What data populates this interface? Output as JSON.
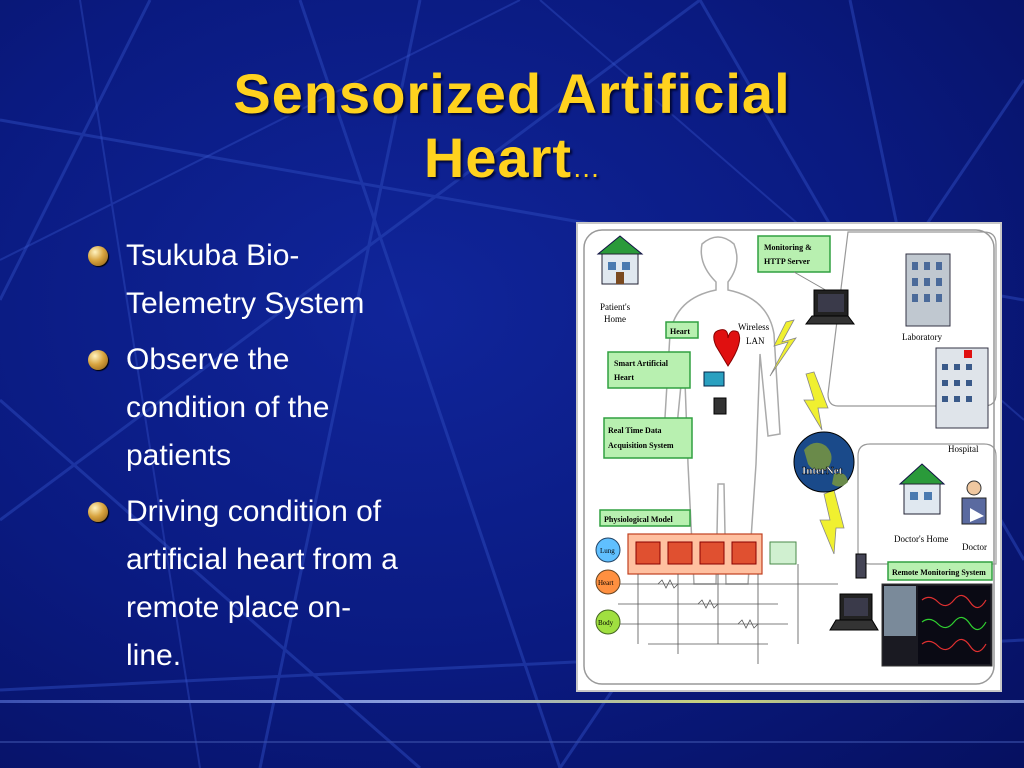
{
  "slide": {
    "title": "Sensorized Artificial",
    "title_line2": "Heart",
    "title_ellipsis": "…",
    "bullets": [
      {
        "text": "Tsukuba Bio-\nTelemetry System"
      },
      {
        "text": "Observe the\ncondition of the\npatients"
      },
      {
        "text": "Driving condition of\nartificial heart from a\nremote place on-\nline."
      }
    ]
  },
  "figure": {
    "labels": {
      "monitoring_server": "Monitoring &",
      "monitoring_server2": "HTTP Server",
      "patients_home": "Patient's",
      "patients_home2": "Home",
      "heart": "Heart",
      "wireless": "Wireless",
      "lan": "LAN",
      "smart_heart": "Smart Artificial",
      "smart_heart2": "Heart",
      "realtime": "Real Time Data",
      "realtime2": "Acquisition System",
      "physiological": "Physiological Model",
      "laboratory": "Laboratory",
      "hospital": "Hospital",
      "internet": "InterNet",
      "doctors_home": "Doctor's Home",
      "doctor": "Doctor",
      "remote_monitoring": "Remote Monitoring System",
      "lung": "Lung",
      "heart_small": "Heart",
      "body": "Body"
    },
    "colors": {
      "green_box": "#b8f0b0",
      "green_border": "#30a040",
      "heart_red": "#e01010",
      "bolt_yellow": "#f0f030",
      "globe": "#1a4a8a"
    }
  },
  "colors": {
    "title": "#ffd21e",
    "text": "#ffffff",
    "background": "#0a1a7a"
  }
}
